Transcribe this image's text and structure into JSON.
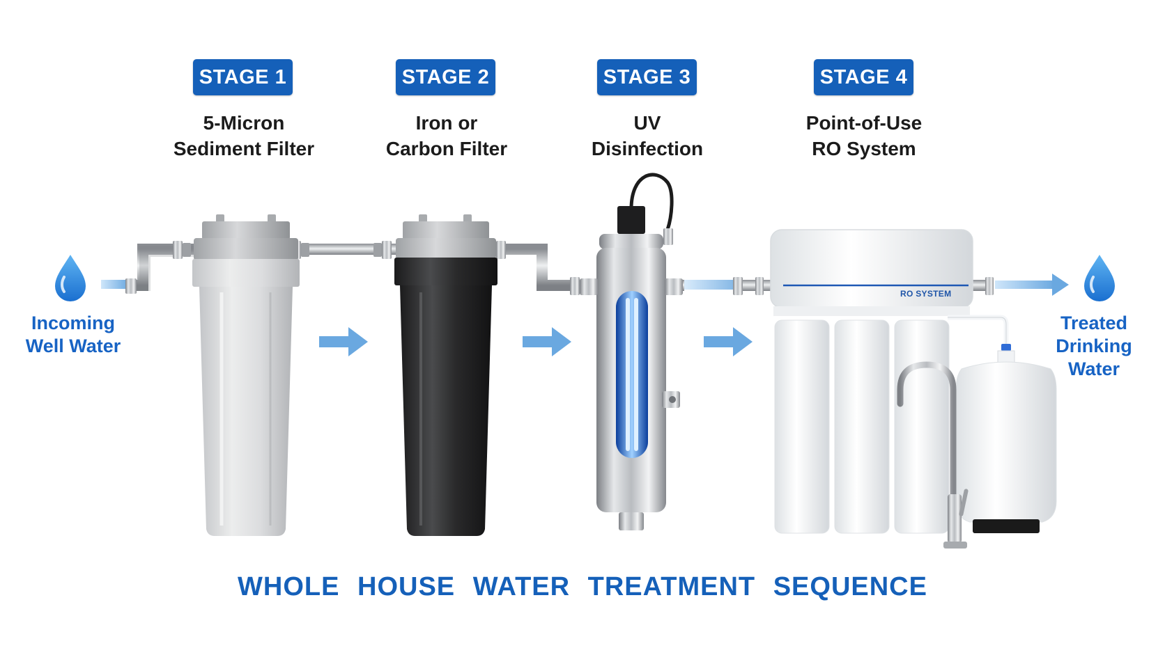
{
  "stages": [
    {
      "badge": "STAGE 1",
      "title": "5-Micron\nSediment Filter"
    },
    {
      "badge": "STAGE 2",
      "title": "Iron or\nCarbon Filter"
    },
    {
      "badge": "STAGE 3",
      "title": "UV\nDisinfection"
    },
    {
      "badge": "STAGE 4",
      "title": "Point-of-Use\nRO System"
    }
  ],
  "inlet": {
    "label": "Incoming\nWell Water"
  },
  "outlet": {
    "label": "Treated\nDrinking Water"
  },
  "ro_unit": {
    "label": "RO SYSTEM"
  },
  "footer": {
    "title": "WHOLE HOUSE WATER TREATMENT SEQUENCE"
  },
  "colors": {
    "accent": "#1560b9",
    "arrow": "#6aa8e0",
    "uv_glow": "#2f7ff0"
  },
  "icons": [
    "water-drop-icon",
    "flow-arrow-icon"
  ]
}
